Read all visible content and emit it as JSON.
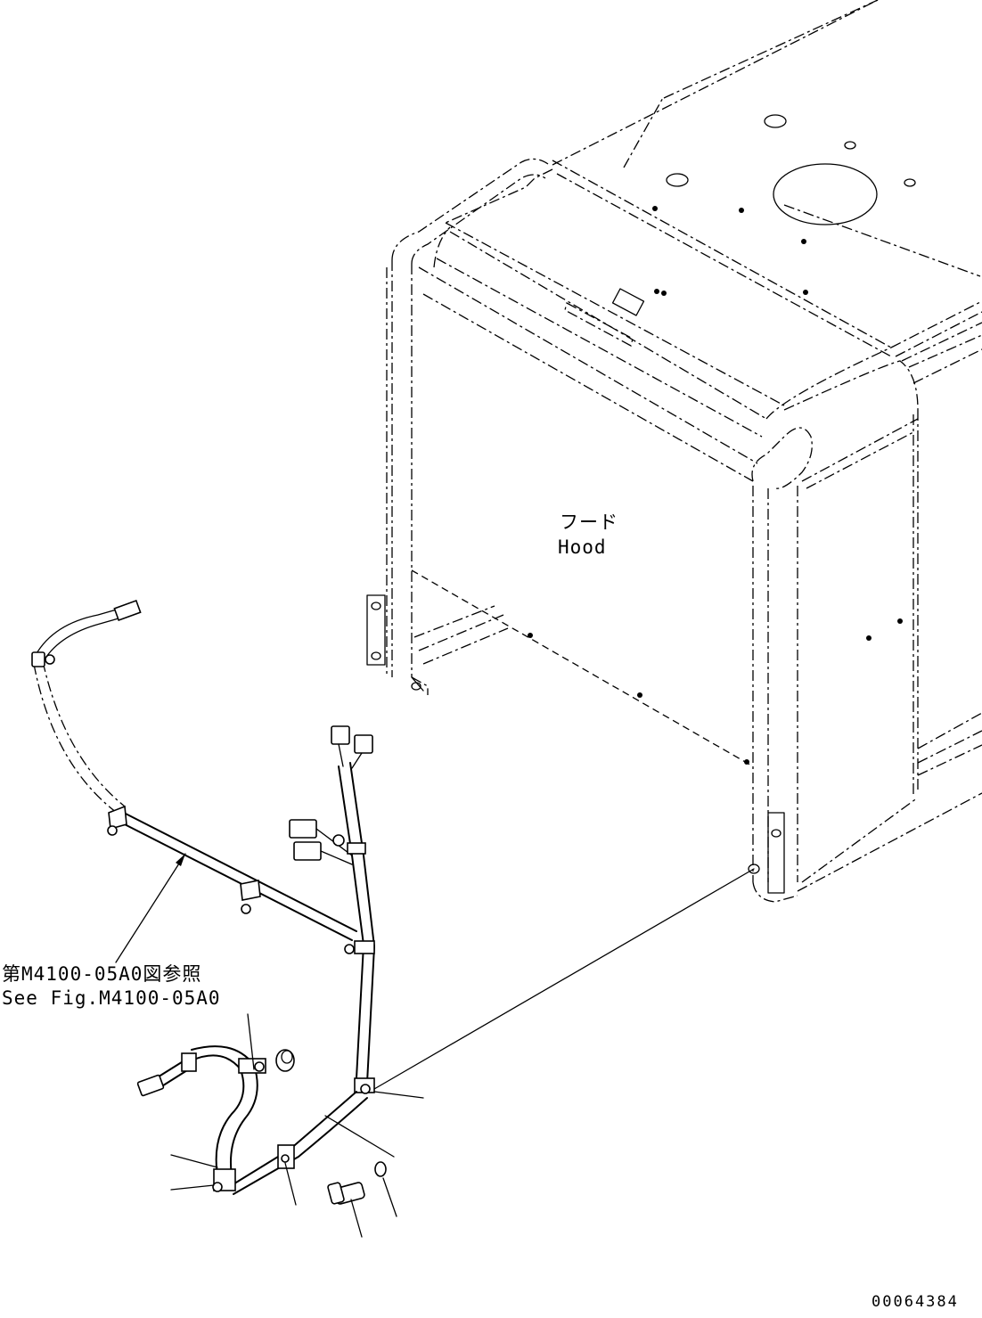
{
  "labels": {
    "hood_jp": "フード",
    "hood_en": "Hood",
    "ref_jp": "第M4100-05A0図参照",
    "ref_en": "See Fig.M4100-05A0",
    "drawing_code": "00064384"
  }
}
